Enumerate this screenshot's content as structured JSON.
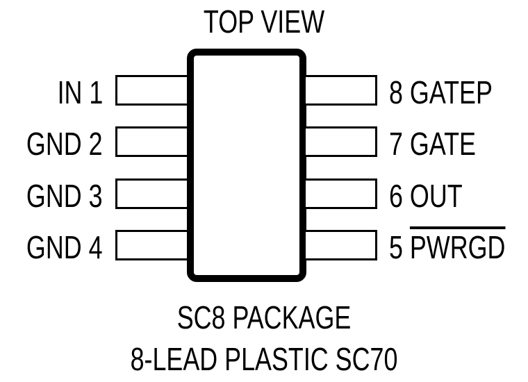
{
  "diagram": {
    "title": "TOP VIEW",
    "left_pins": [
      {
        "name": "IN",
        "number": "1",
        "label": "IN 1"
      },
      {
        "name": "GND",
        "number": "2",
        "label": "GND 2"
      },
      {
        "name": "GND",
        "number": "3",
        "label": "GND 3"
      },
      {
        "name": "GND",
        "number": "4",
        "label": "GND 4"
      }
    ],
    "right_pins": [
      {
        "number": "8",
        "name": "GATEP",
        "overbar": false
      },
      {
        "number": "7",
        "name": "GATE",
        "overbar": false
      },
      {
        "number": "6",
        "name": "OUT",
        "overbar": false
      },
      {
        "number": "5",
        "name": "PWRGD",
        "overbar": true
      }
    ],
    "package_line1": "SC8 PACKAGE",
    "package_line2": "8-LEAD PLASTIC SC70",
    "colors": {
      "stroke": "#000000",
      "background": "#ffffff"
    }
  }
}
